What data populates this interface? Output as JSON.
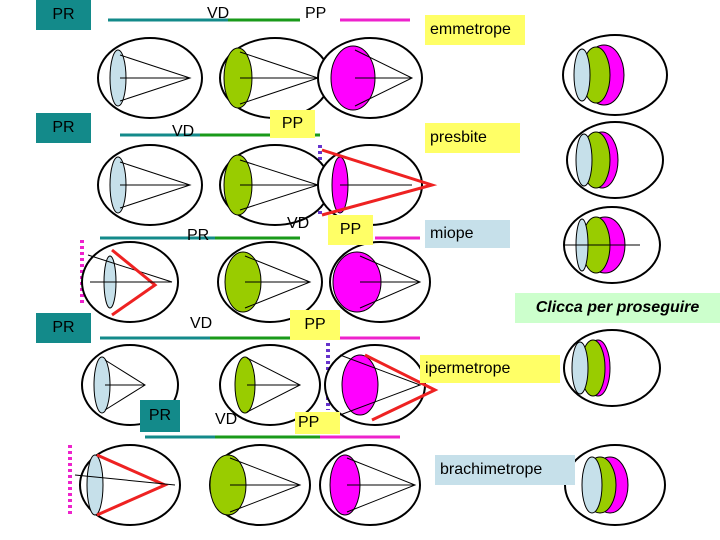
{
  "labels": {
    "pr": "PR",
    "vd": "VD",
    "pp": "PP"
  },
  "conditions": {
    "emmetrope": "emmetrope",
    "presbite": "presbite",
    "miope": "miope",
    "ipermetrope": "ipermetrope",
    "brachimetrope": "brachimetrope"
  },
  "nav": {
    "next_label": "Clicca per proseguire"
  },
  "colors": {
    "cornea": "#c6e0ea",
    "lens_green": "#99cc00",
    "lens_magenta": "#ff00ff",
    "axis_teal": "#138a8a",
    "axis_green": "#1a9a1a",
    "axis_magenta": "#ee22cc",
    "ray_red": "#ee2222",
    "marker_purple": "#6633cc"
  }
}
